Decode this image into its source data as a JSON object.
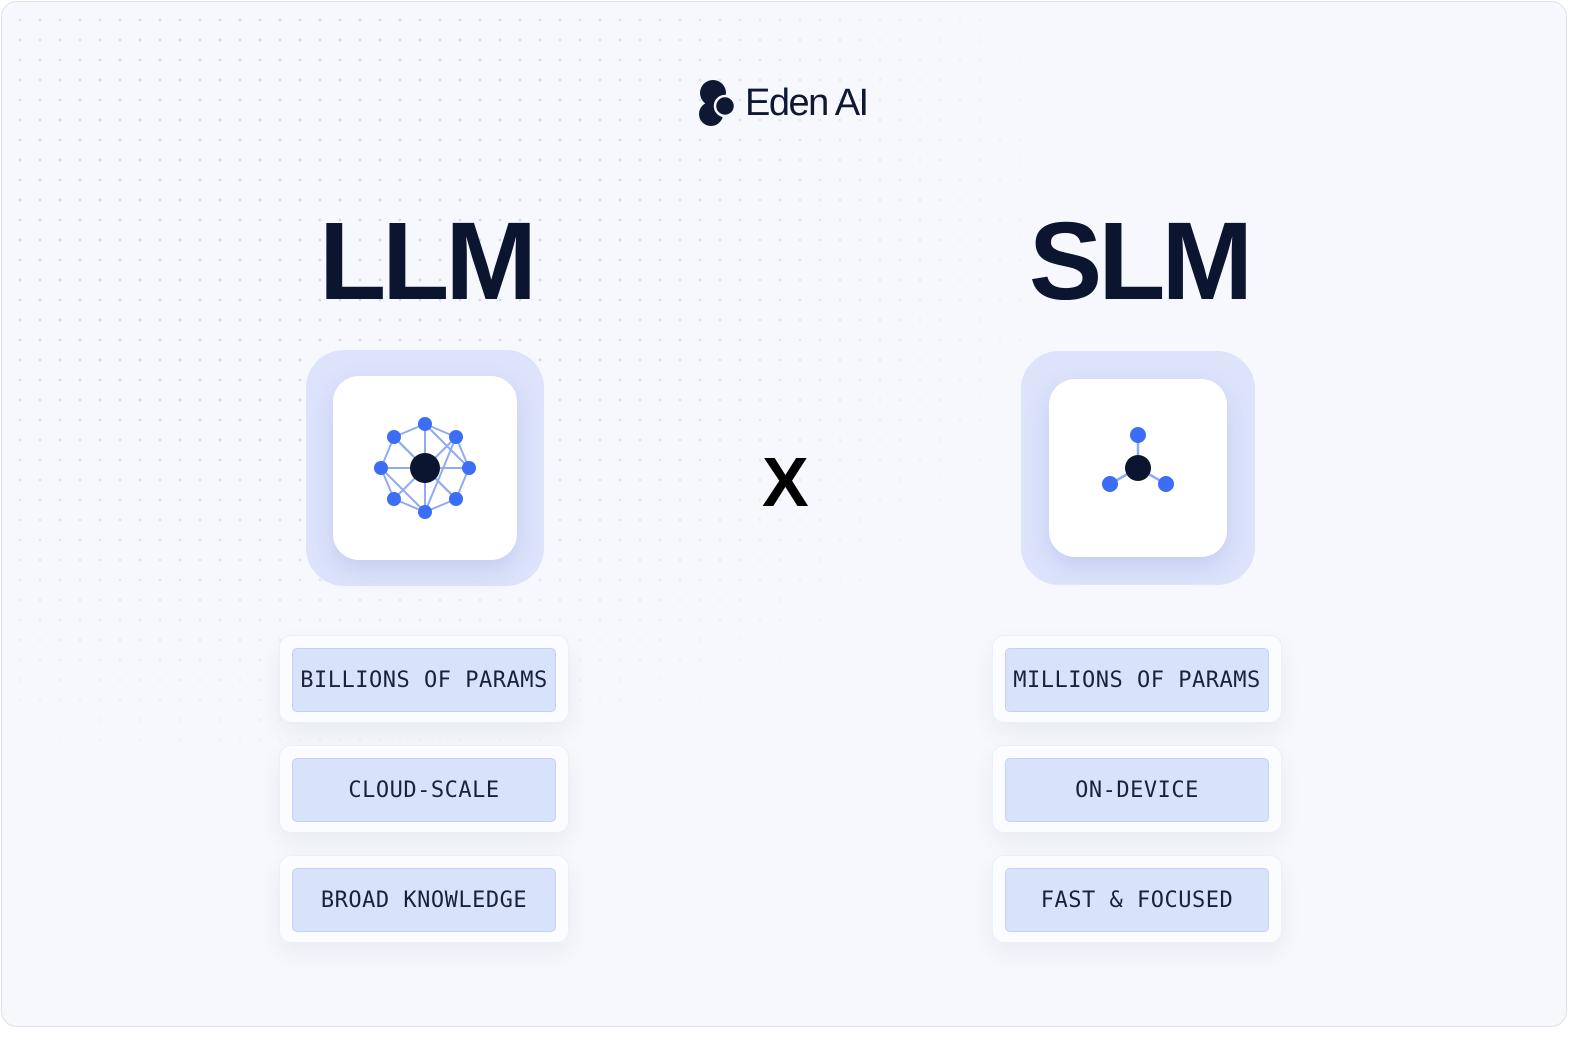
{
  "brand": {
    "name": "Eden AI"
  },
  "left": {
    "title": "LLM",
    "icon": "large-network-icon",
    "features": [
      "BILLIONS OF PARAMS",
      "CLOUD-SCALE",
      "BROAD KNOWLEDGE"
    ]
  },
  "separator": "X",
  "right": {
    "title": "SLM",
    "icon": "small-network-icon",
    "features": [
      "MILLIONS OF PARAMS",
      "ON-DEVICE",
      "FAST & FOCUSED"
    ]
  },
  "colors": {
    "title": "#0c1530",
    "node_blue": "#3b6ef5",
    "node_center": "#0c1530",
    "chip_bg": "#d9e2fb",
    "icon_halo": "#dde3fb"
  }
}
